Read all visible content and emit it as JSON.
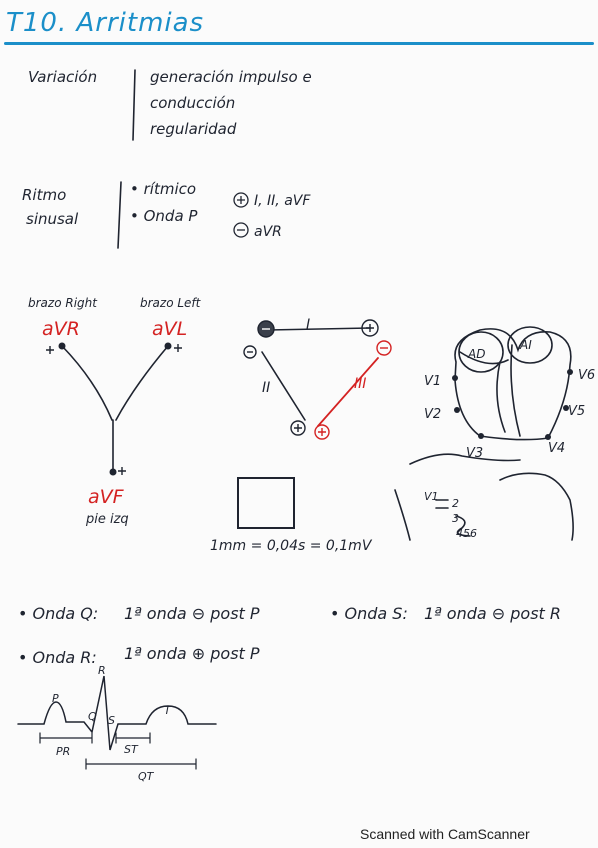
{
  "title": "T10. Arritmias",
  "variacion": {
    "label": "Variación",
    "lines": [
      "generación impulso e",
      "conducción",
      "regularidad"
    ]
  },
  "ritmo": {
    "label_1": "Ritmo",
    "label_2": "sinusal",
    "bullet_1": "• rítmico",
    "bullet_2": "• Onda P",
    "pos_text": "I, II, aVF",
    "neg_text": "aVR"
  },
  "leads": {
    "brazo_right": "brazo Right",
    "brazo_left": "brazo Left",
    "avr": "aVR",
    "avl": "aVL",
    "avf": "aVF",
    "pie": "pie izq"
  },
  "triangle": {
    "I": "I",
    "II": "II",
    "III": "III"
  },
  "heart": {
    "ad": "AD",
    "ai": "AI",
    "v1": "V1",
    "v2": "V2",
    "v3": "V3",
    "v4": "V4",
    "v5": "V5",
    "v6": "V6",
    "chest_v1": "V1",
    "chest_2": "2",
    "chest_3": "3",
    "chest_456": "456"
  },
  "grid_caption": "1mm = 0,04s = 0,1mV",
  "waves": {
    "q_label": "• Onda Q:",
    "q_text": "1ª onda ⊖ post P",
    "s_label": "• Onda S:",
    "s_text": "1ª onda ⊖ post R",
    "r_label": "• Onda R:",
    "r_text": "1ª onda ⊕ post P"
  },
  "ecg": {
    "p": "P",
    "q": "Q",
    "r": "R",
    "s": "S",
    "t": "T",
    "pr": "PR",
    "st": "ST",
    "qt": "QT"
  },
  "footer": "Scanned with CamScanner",
  "colors": {
    "accent": "#1b8fc9",
    "red": "#d42222",
    "ink": "#1f2430"
  }
}
